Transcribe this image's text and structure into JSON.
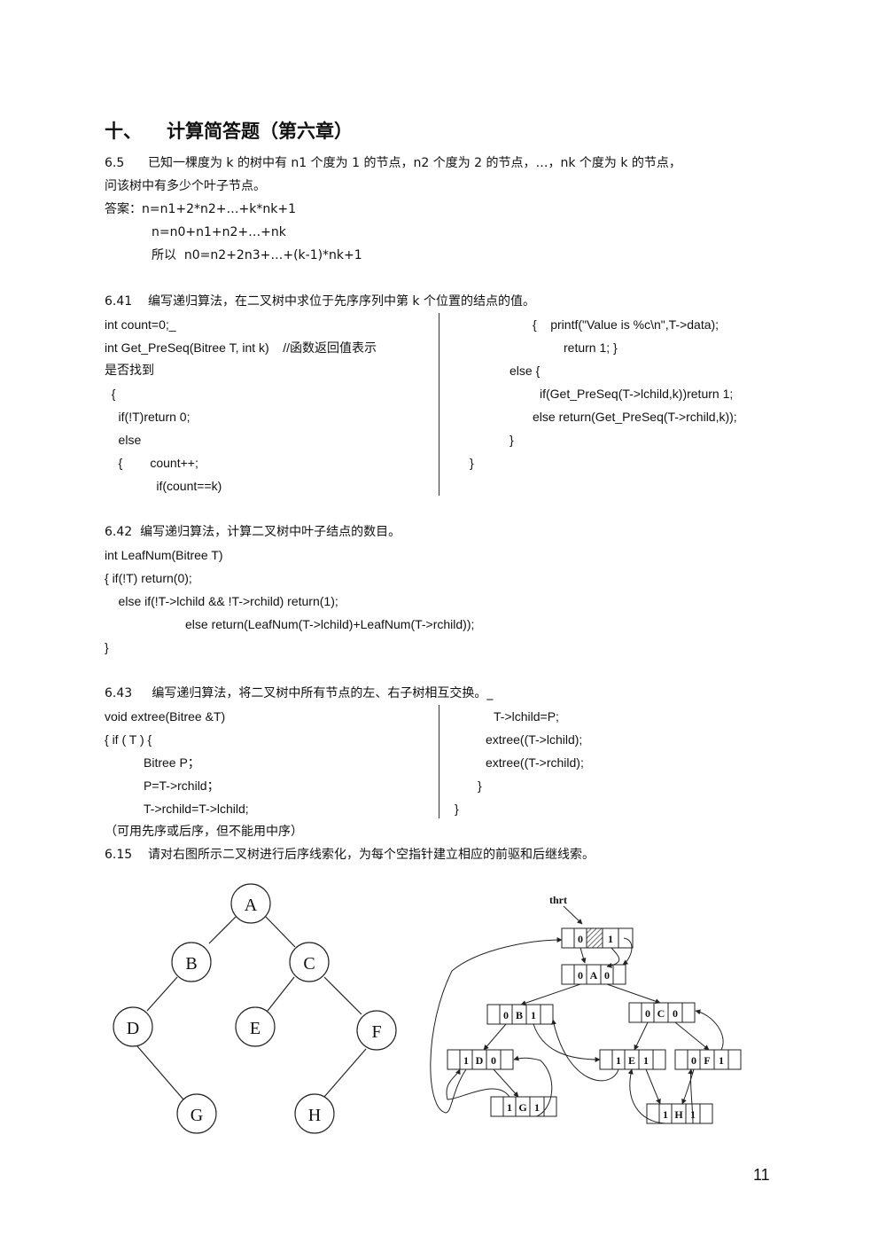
{
  "heading": {
    "number": "十、",
    "title": "计算简答题（第六章）"
  },
  "q65": {
    "line1": "6.5      已知一棵度为 k 的树中有 n1 个度为 1 的节点，n2 个度为 2 的节点，…，nk 个度为 k 的节点，",
    "line2": "问该树中有多少个叶子节点。",
    "ans_label": "答案：n=n1+2*n2+…+k*nk+1",
    "ans2": "n=n0+n1+n2+…+nk",
    "ans3": "所以  n0=n2+2n3+…+(k-1)*nk+1"
  },
  "q641": {
    "title": "6.41    编写递归算法，在二叉树中求位于先序序列中第 k 个位置的结点的值。",
    "left": [
      "int count=0;_",
      "int Get_PreSeq(Bitree T, int k)    //函数返回值表示",
      "是否找到",
      "  {",
      "    if(!T)return 0;",
      "    else",
      "    {        count++;",
      "               if(count==k)"
    ],
    "right": [
      "{    printf(\"Value is %c\\n\",T->data);",
      "return 1; }",
      "else {",
      "if(Get_PreSeq(T->lchild,k))return 1;",
      "else return(Get_PreSeq(T->rchild,k));",
      "}",
      "}"
    ]
  },
  "q642": {
    "title": "6.42  编写递归算法，计算二叉树中叶子结点的数目。",
    "lines": [
      "int LeafNum(Bitree T)",
      "{ if(!T) return(0);",
      "    else if(!T->lchild && !T->rchild) return(1);",
      "else return(LeafNum(T->lchild)+LeafNum(T->rchild));",
      "}"
    ]
  },
  "q643": {
    "title": "6.43     编写递归算法，将二叉树中所有节点的左、右子树相互交换。_",
    "left": [
      "void extree(Bitree &T)",
      "{ if ( T ) {",
      "Bitree P；",
      "P=T->rchild；",
      "T->rchild=T->lchild;"
    ],
    "right": [
      "T->lchild=P;",
      "extree((T->lchild);",
      "extree((T->rchild);",
      "}",
      "}"
    ],
    "note": "（可用先序或后序，但不能用中序）"
  },
  "q615": {
    "title": "6.15    请对右图所示二叉树进行后序线索化，为每个空指针建立相应的前驱和后继线索。"
  },
  "tree": {
    "nodes": [
      "A",
      "B",
      "C",
      "D",
      "E",
      "F",
      "G",
      "H"
    ]
  },
  "threaded": {
    "thrt_label": "thrt",
    "head": [
      "0",
      "",
      "1"
    ],
    "A": [
      "0",
      "A",
      "0"
    ],
    "B": [
      "0",
      "B",
      "1"
    ],
    "C": [
      "0",
      "C",
      "0"
    ],
    "D": [
      "1",
      "D",
      "0"
    ],
    "E": [
      "1",
      "E",
      "1"
    ],
    "F": [
      "0",
      "F",
      "1"
    ],
    "G": [
      "1",
      "G",
      "1"
    ],
    "H": [
      "1",
      "H",
      "1"
    ]
  },
  "page_number": "11"
}
